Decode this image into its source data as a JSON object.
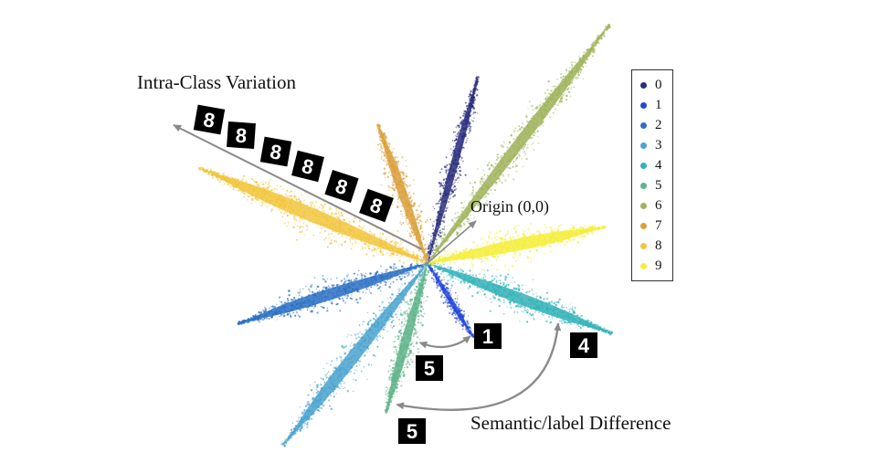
{
  "annotations": {
    "intra_class": "Intra-Class Variation",
    "origin": "Origin (0,0)",
    "semantic": "Semantic/label Difference"
  },
  "legend": [
    {
      "label": "0",
      "color": "#2c2f7e"
    },
    {
      "label": "1",
      "color": "#2447d6"
    },
    {
      "label": "2",
      "color": "#2a70c4"
    },
    {
      "label": "3",
      "color": "#4aa3cf"
    },
    {
      "label": "4",
      "color": "#33b3b8"
    },
    {
      "label": "5",
      "color": "#5fb48a"
    },
    {
      "label": "6",
      "color": "#9fb35a"
    },
    {
      "label": "7",
      "color": "#dba03c"
    },
    {
      "label": "8",
      "color": "#f2c53c"
    },
    {
      "label": "9",
      "color": "#f5ee3a"
    }
  ],
  "digit_thumbnails": {
    "intra_class": [
      "8",
      "8",
      "8",
      "8",
      "8",
      "8"
    ],
    "class_1": "1",
    "class_5_near": "5",
    "class_4": "4",
    "class_5_far": "5"
  }
}
